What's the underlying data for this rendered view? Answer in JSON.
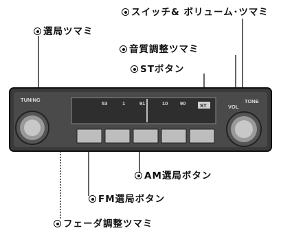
{
  "labels": {
    "switch_volume": "スイッチ& ボリューム･ツマミ",
    "tuning_knob": "選局ツマミ",
    "tone_knob": "音質調整ツマミ",
    "st_button": "STボタン",
    "am_buttons": "AM選局ボタン",
    "fm_buttons": "FM選局ボタン",
    "fader_knob": "フェーダ調整ツマミ"
  },
  "panel": {
    "tuning_text": "TUNING",
    "volume_text": "VOL",
    "tone_text": "TONE",
    "st_text": "ST",
    "dial_numbers": [
      "53",
      "1",
      "91",
      "10",
      "90"
    ]
  },
  "colors": {
    "ink": "#111111",
    "panel": "#3a3a3a",
    "knob": "#9a9a9a"
  }
}
